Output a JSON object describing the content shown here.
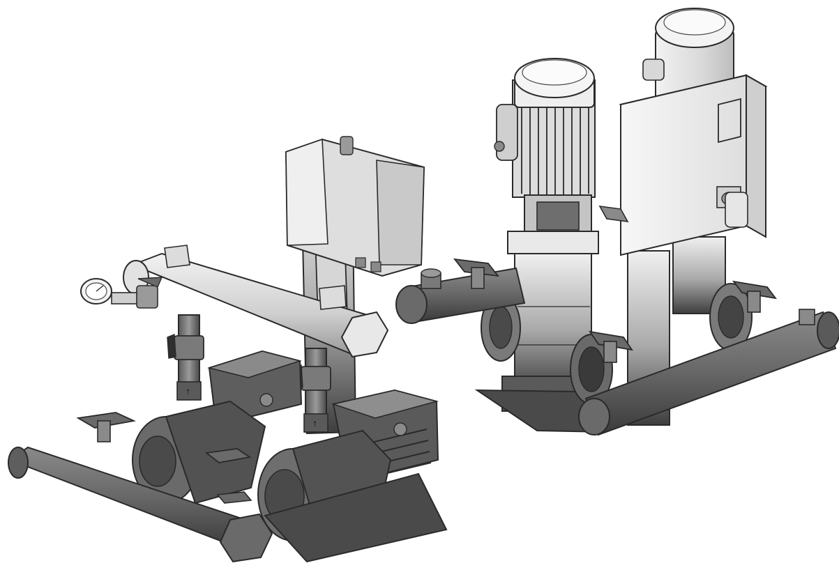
{
  "image": {
    "subject": "pump-units-illustration",
    "background_color": "#ffffff",
    "units": [
      {
        "id": "horizontal-booster-set"
      },
      {
        "id": "vertical-booster-set"
      }
    ]
  },
  "colors": {
    "outline": "#2a2a2a",
    "light_metal": "#e6e6e6",
    "mid_metal": "#b9b9b9",
    "dark_metal": "#6a6a6a",
    "shadow_metal": "#3c3c3c"
  }
}
